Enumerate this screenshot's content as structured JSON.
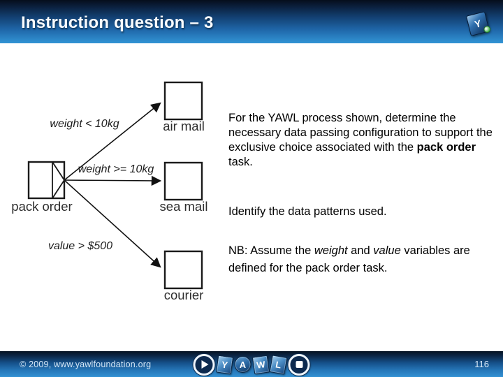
{
  "header": {
    "title": "Instruction question – 3",
    "logo_letter": "Y"
  },
  "diagram": {
    "tasks": {
      "pack_order": "pack order",
      "air_mail": "air mail",
      "sea_mail": "sea mail",
      "courier": "courier"
    },
    "conditions": {
      "air": "weight < 10kg",
      "sea": "weight >= 10kg",
      "courier": "value > $500"
    }
  },
  "question": {
    "p1_before": "For the YAWL process shown, determine the necessary data passing configuration to support the exclusive choice associated with the ",
    "p1_bold": "pack order",
    "p1_after": " task.",
    "p2": "Identify the data patterns used.",
    "p3_before": "NB: Assume the ",
    "p3_italic1": "weight",
    "p3_mid": " and ",
    "p3_italic2": "value",
    "p3_after": " variables are defined for the pack order task."
  },
  "footer": {
    "copyright": "© 2009, www.yawlfoundation.org",
    "page_number": "116",
    "logo_letters": [
      "Y",
      "A",
      "W",
      "L"
    ]
  },
  "colors": {
    "header_bottom_blue": "#3192d4",
    "header_top_navy": "#050e1c",
    "footer_bottom_blue": "#3391d3",
    "logo_green": "#3fae49",
    "diagram_stroke": "#1a1a1a"
  }
}
